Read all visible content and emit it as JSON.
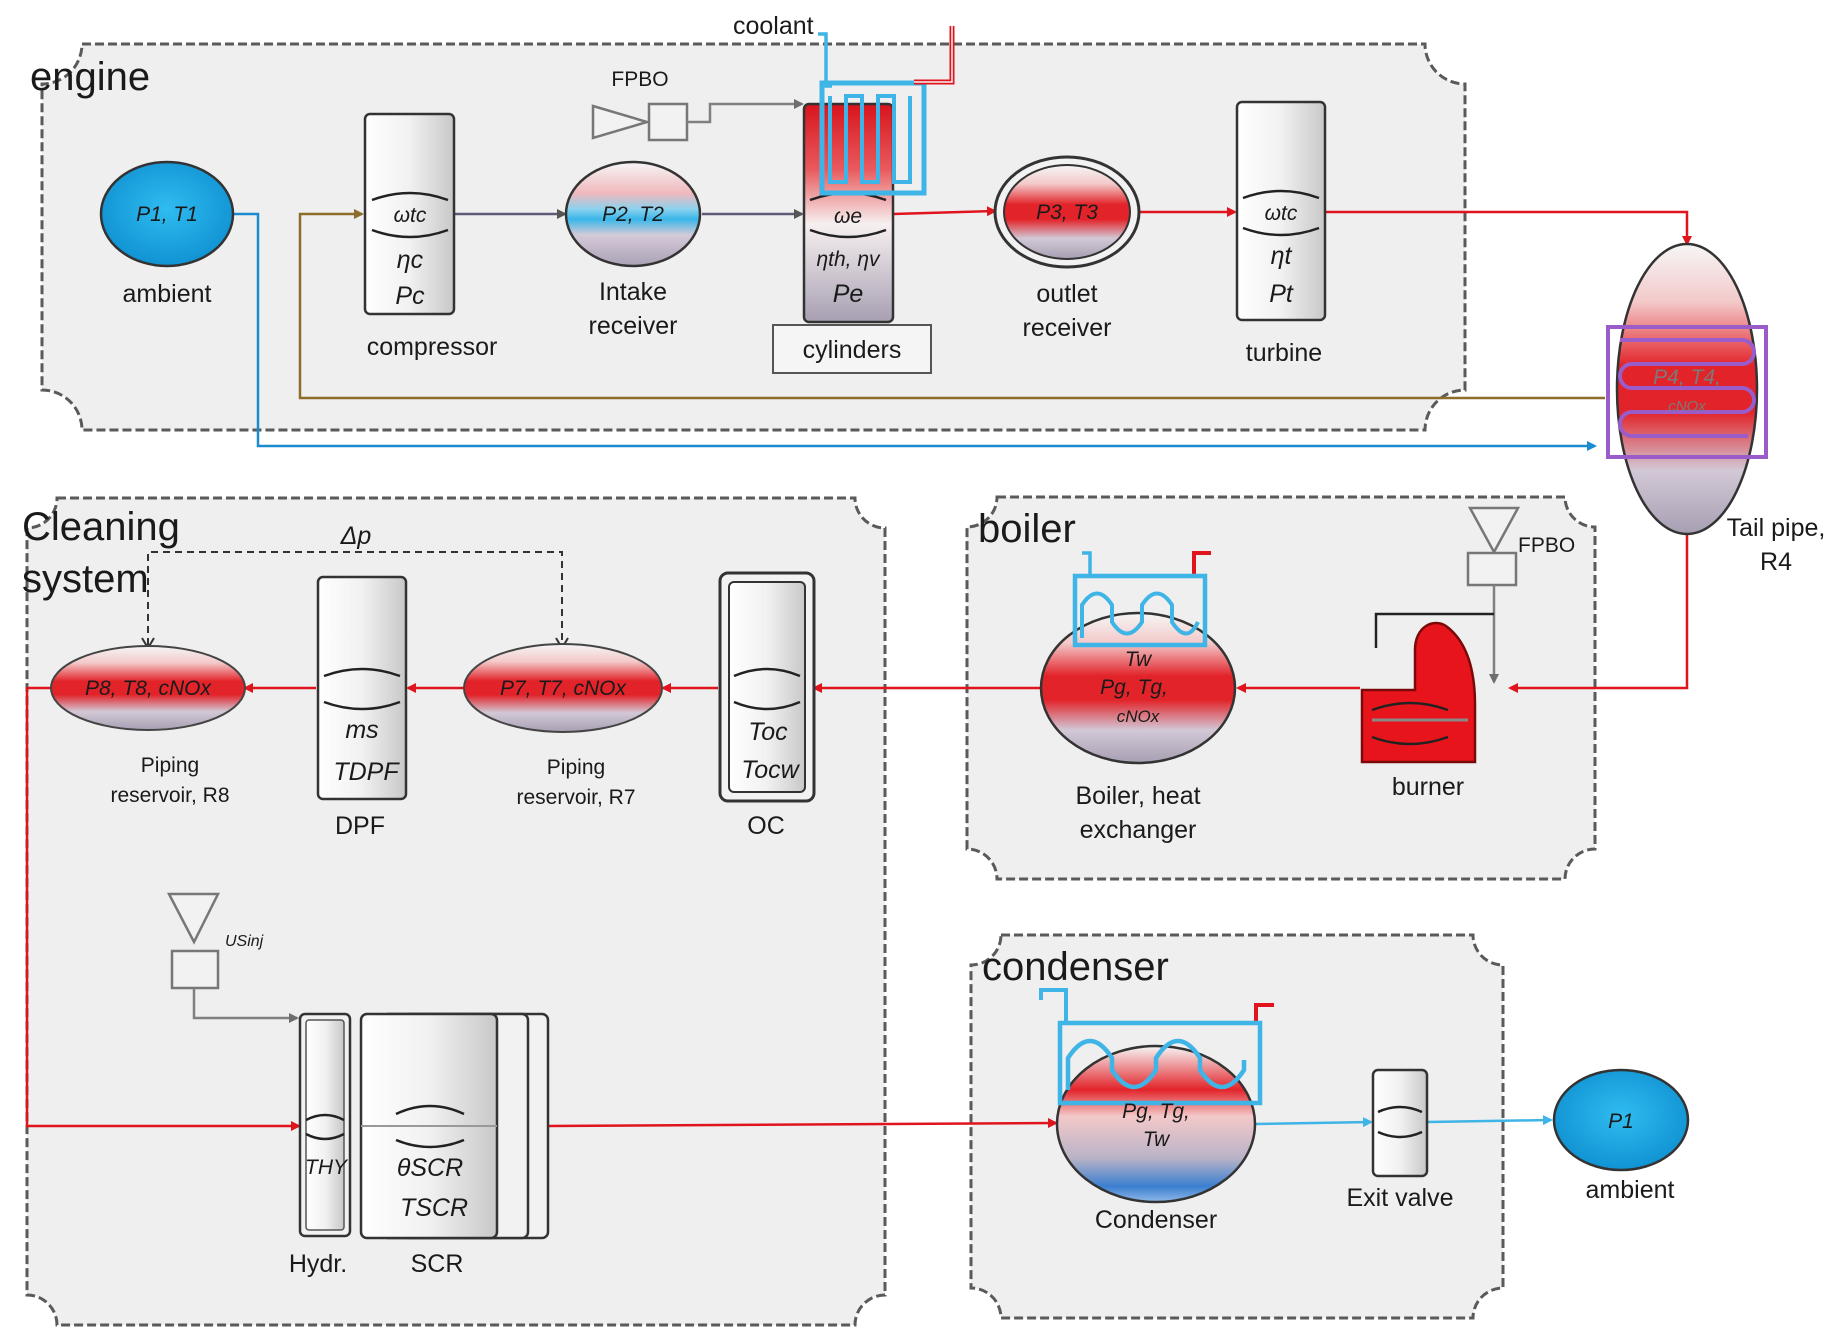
{
  "colors": {
    "panel_fill": "#efefef",
    "panel_border": "#5a5a5a",
    "engine_title": "#2e9a48",
    "panel_title": "#5a6a8c",
    "exhaust_flow": "#e0141c",
    "ambient_air": "#1b8bd0",
    "bypass_flow": "#8c6e2a",
    "coolant": "#3fb4e6",
    "tailpipe_coil": "#9a5cc8",
    "signal_line": "#808080"
  },
  "panels": {
    "engine": "engine",
    "cleaning": [
      "Cleaning",
      "system"
    ],
    "boiler": "boiler",
    "condenser": "condenser"
  },
  "engine": {
    "coolant": "coolant",
    "fpbo": "FPBO",
    "ambient_in": {
      "state": "P1, T1",
      "name": "ambient"
    },
    "compressor": {
      "speed": "ωtc",
      "eff": "ηc",
      "power": "Pc",
      "name": "compressor"
    },
    "intake_receiver": {
      "state": "P2, T2",
      "name": [
        "Intake",
        "receiver"
      ]
    },
    "cylinders": {
      "speed": "ωe",
      "eff": "ηth, ηv",
      "power": "Pe",
      "name": "cylinders"
    },
    "outlet_receiver": {
      "state": "P3, T3",
      "name": [
        "outlet",
        "receiver"
      ]
    },
    "turbine": {
      "speed": "ωtc",
      "eff": "ηt",
      "power": "Pt",
      "name": "turbine"
    }
  },
  "tailpipe": {
    "state": [
      "P4, T4,",
      "cNOx"
    ],
    "name": [
      "Tail pipe,",
      "R4"
    ]
  },
  "boiler": {
    "fpbo": "FPBO",
    "burner": "burner",
    "exchanger": {
      "state": [
        "Tw",
        "Pg, Tg,",
        "cNOx"
      ],
      "name": [
        "Boiler, heat",
        "exchanger"
      ]
    }
  },
  "cleaning": {
    "dp": "Δp",
    "r8": {
      "state": "P8, T8, cNOx",
      "name": [
        "Piping",
        "reservoir, R8"
      ]
    },
    "dpf": {
      "mass": "ms",
      "temp": "TDPF",
      "name": "DPF"
    },
    "r7": {
      "state": "P7, T7, cNOx",
      "name": [
        "Piping",
        "reservoir, R7"
      ]
    },
    "oc": {
      "temp": "Toc",
      "wall": "Tocw",
      "name": "OC"
    },
    "injector": "USinj",
    "hydr": {
      "temp": "THY",
      "name": "Hydr."
    },
    "scr": {
      "cov": "θSCR",
      "temp": "TSCR",
      "name": "SCR"
    }
  },
  "condenser": {
    "unit": {
      "state": [
        "Pg, Tg,",
        "Tw"
      ],
      "name": "Condenser"
    },
    "exit_valve": "Exit valve",
    "ambient_out": {
      "state": "P1",
      "name": "ambient"
    }
  }
}
